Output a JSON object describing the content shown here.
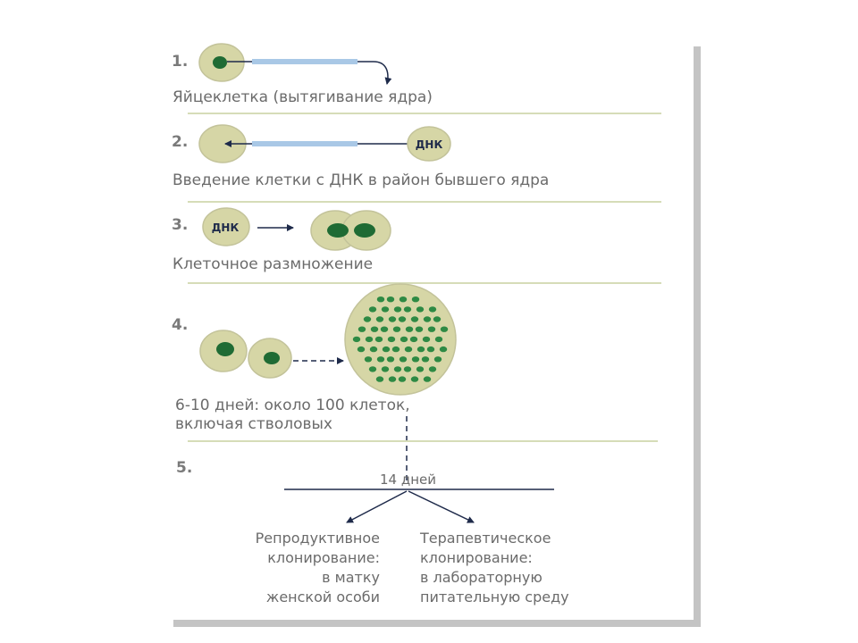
{
  "steps": [
    {
      "number": "1.",
      "caption": "Яйцеклетка (вытягивание ядра)"
    },
    {
      "number": "2.",
      "caption": "Введение клетки с ДНК в район бывшего ядра",
      "dna_label": "ДНК"
    },
    {
      "number": "3.",
      "caption": "Клеточное размножение",
      "dna_label": "ДНК"
    },
    {
      "number": "4.",
      "caption_line1": "6-10 дней: около 100 клеток,",
      "caption_line2": "включая стволовых"
    },
    {
      "number": "5.",
      "day_label": "14 дней"
    }
  ],
  "outcomes": {
    "reproductive": [
      "Репродуктивное",
      "клонирование:",
      "в матку",
      "женской особи"
    ],
    "therapeutic": [
      "Терапевтическое",
      "клонирование:",
      "в лабораторную",
      "питательную среду"
    ]
  },
  "colors": {
    "cell_body": "#d6d6a6",
    "cell_edge": "#c3c39a",
    "nucleus": "#1f6b34",
    "pipette": "#a9c8e6",
    "arrow": "#1e2a4a",
    "divider": "#d6dcb8",
    "text": "#6b6b6b"
  }
}
